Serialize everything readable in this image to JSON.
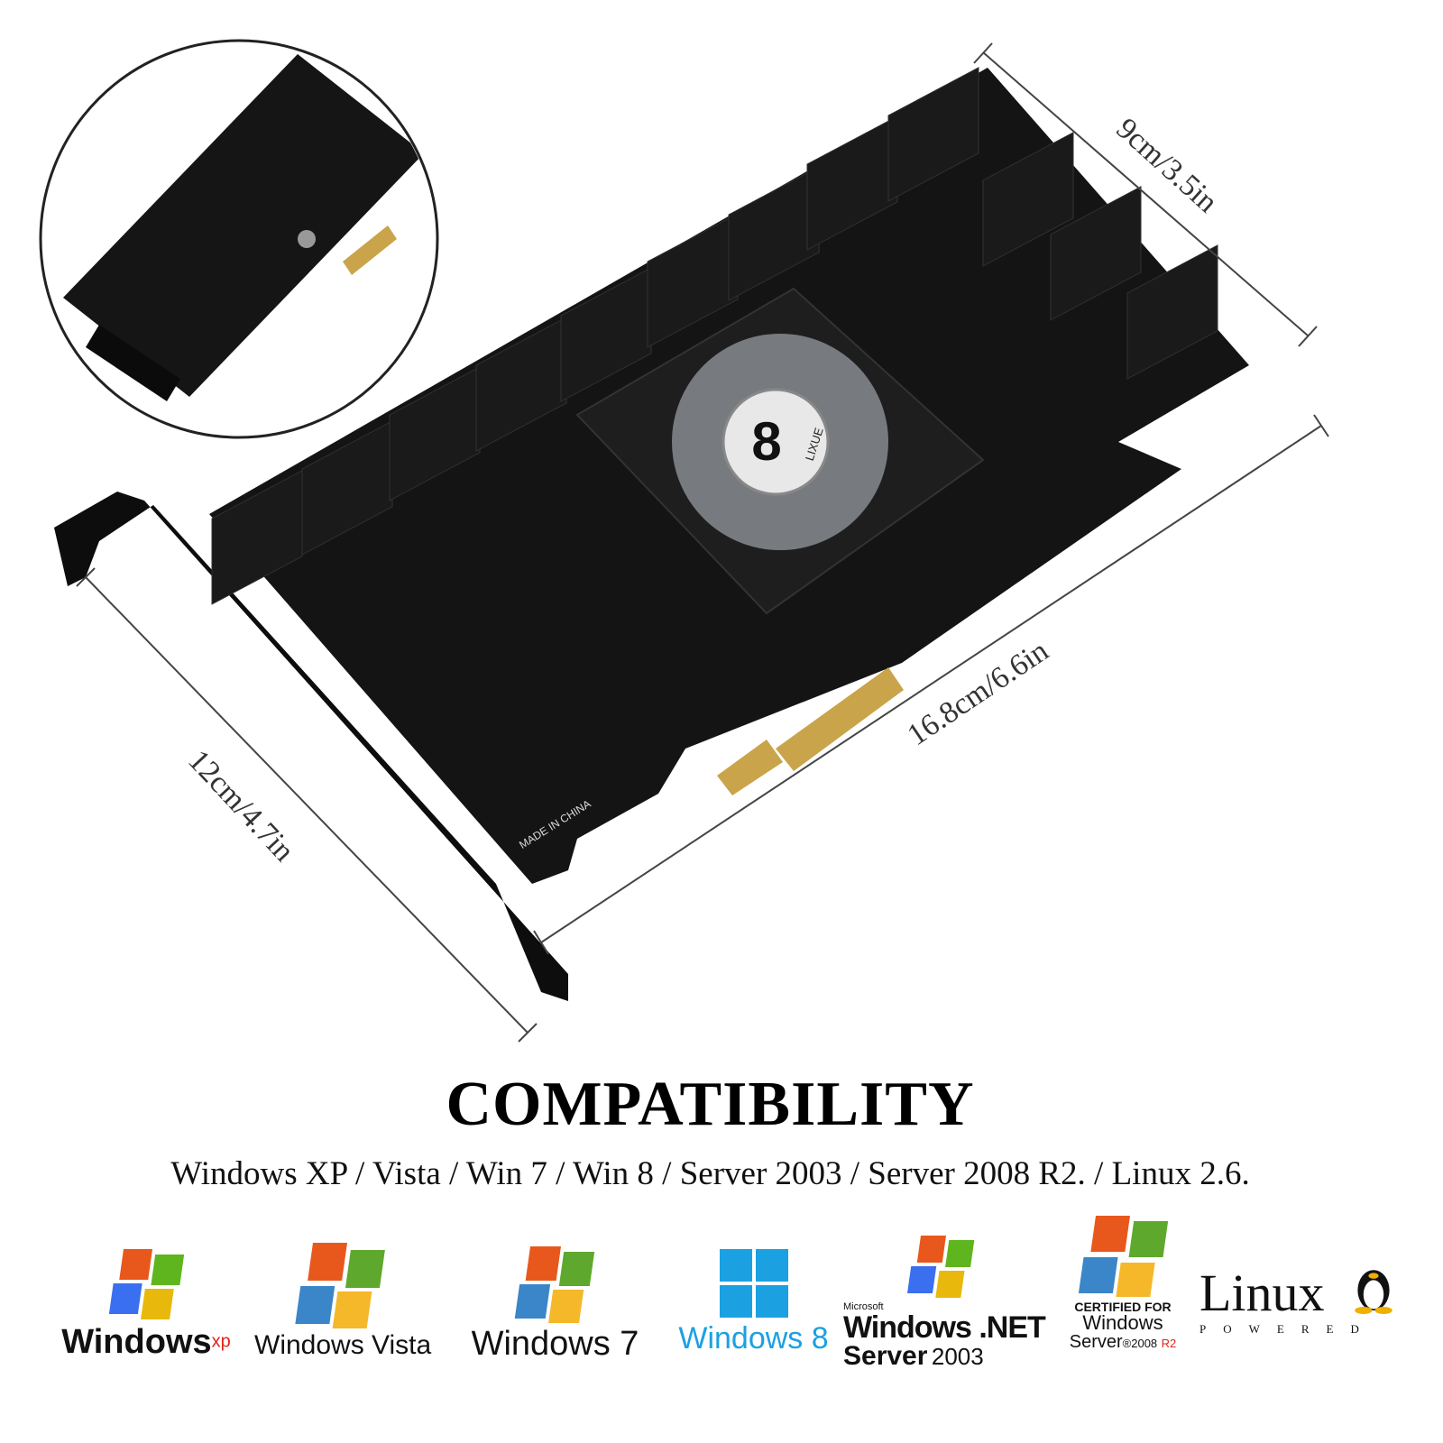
{
  "dimensions": {
    "width_label": "9cm/3.5in",
    "length_label": "16.8cm/6.6in",
    "height_label": "12cm/4.7in"
  },
  "board": {
    "fan_brand": "LIXUE",
    "made_in": "MADE IN CHINA",
    "colors": {
      "pcb": "#141414",
      "heatsink": "#1c1c1c",
      "gold_finger": "#c9a44a",
      "fan": "#b8bcc0"
    }
  },
  "compatibility": {
    "title": "COMPATIBILITY",
    "subtitle": "Windows XP / Vista / Win 7 / Win 8 / Server 2003 / Server 2008 R2. / Linux 2.6."
  },
  "logos": [
    {
      "name": "Windows",
      "suffix": "xp",
      "icon": "windows-xp-flag-icon"
    },
    {
      "name": "Windows Vista",
      "icon": "windows-vista-flag-icon"
    },
    {
      "name": "Windows 7",
      "icon": "windows-7-flag-icon"
    },
    {
      "name": "Windows 8",
      "icon": "windows-8-logo-icon",
      "color": "#1ba1e2"
    },
    {
      "top": "Microsoft",
      "name": "Windows .NET",
      "line2a": "Server",
      "line2b": "2003",
      "icon": "windows-server-2003-flag-icon"
    },
    {
      "top": "CERTIFIED FOR",
      "name": "Windows",
      "line2a": "Server",
      "line2b": "®2008",
      "line2c": "R2",
      "icon": "windows-server-2008-flag-icon"
    },
    {
      "name": "Linux",
      "sub": "POWERED",
      "icon": "tux-penguin-icon"
    }
  ]
}
